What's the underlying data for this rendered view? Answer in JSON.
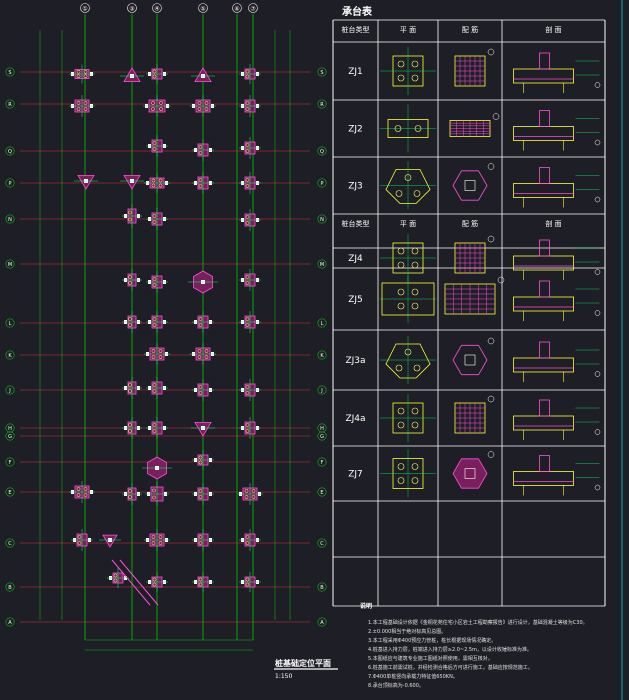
{
  "plan": {
    "col_axes": [
      "①",
      "③",
      "④",
      "⑤",
      "⑥",
      "⑦"
    ],
    "row_axes": [
      "S",
      "R",
      "Q",
      "P",
      "N",
      "M",
      "L",
      "K",
      "J",
      "H",
      "G",
      "F",
      "E",
      "C",
      "B",
      "A"
    ],
    "title": "桩基础定位平面",
    "scale": "1:150",
    "pile_count_label": ""
  },
  "table": {
    "title": "承台表",
    "headers": [
      "桩台类型",
      "平 面",
      "配 筋",
      "剖 面"
    ],
    "headers2": [
      "桩台类型",
      "平 面",
      "配 筋",
      "剖 面"
    ],
    "types": [
      "ZJ1",
      "ZJ2",
      "ZJ3",
      "ZJ4",
      "ZJ5",
      "ZJ3a",
      "ZJ4a",
      "ZJ7"
    ]
  },
  "notes": {
    "title": "说明",
    "lines": [
      "1.本工程基础设计依据《金桐花苑住宅小区岩土工程勘察报告》进行设计，基础混凝土等级为C30。",
      "2.±0.000相当于绝对标高见总图。",
      "3.本工程采用Φ400预应力管桩，桩长根据现场情况确定。",
      "4.桩基进入持力层，桩端进入持力层≥2.0~2.5m，以设计收锤标准为准。",
      "5.本图纸应与建筑专业施工图纸对照使用，需相互核对。",
      "6.桩基施工前需试桩，并经检测合格后方可进行施工，基础应按规范施工。",
      "7.Φ400单桩竖向承载力特征值650KN。",
      "8.承台顶标高为-0.600。"
    ]
  }
}
